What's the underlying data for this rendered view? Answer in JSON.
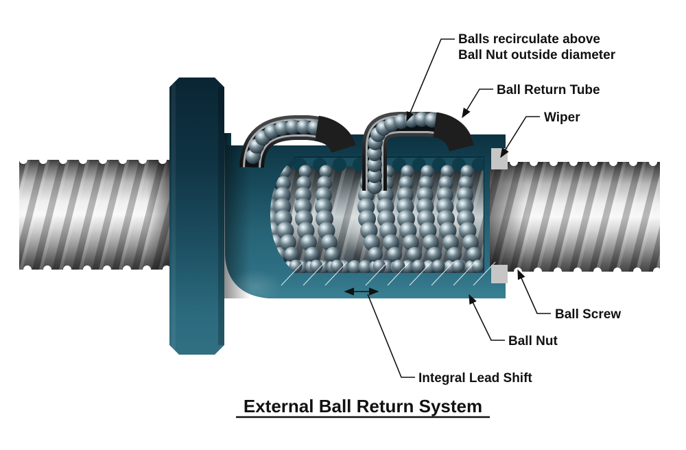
{
  "diagram": {
    "title": "External Ball Return System",
    "labels": {
      "balls_recirculate_line1": "Balls recirculate above",
      "balls_recirculate_line2": "Ball Nut outside diameter",
      "ball_return_tube": "Ball Return Tube",
      "wiper": "Wiper",
      "ball_screw": "Ball Screw",
      "ball_nut": "Ball Nut",
      "integral_lead_shift": "Integral Lead Shift"
    },
    "colors": {
      "background": "#ffffff",
      "nut_teal": "#2d6b7e",
      "nut_dark_teal": "#0c3140",
      "flange_dark": "#0a2533",
      "screw_metal_light": "#f2f2f2",
      "screw_metal_dark": "#454545",
      "ball_slate": "#5d7280",
      "return_tube_black": "#1e1e1e",
      "tube_rim_gray": "#a6acb0",
      "wiper_gray": "#c6c6c6",
      "annotation_text": "#111111"
    }
  }
}
